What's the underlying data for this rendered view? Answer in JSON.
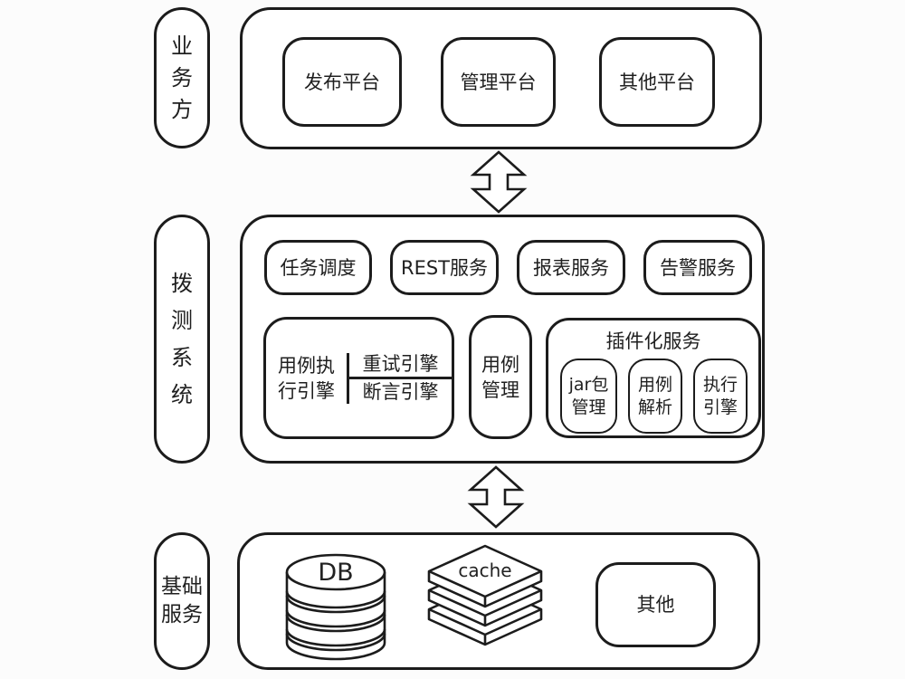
{
  "colors": {
    "stroke": "#1c1c1c",
    "background": "#fcfcfc",
    "fill": "#ffffff",
    "text": "#1f1f1f"
  },
  "business_section": {
    "label": "业\n务\n方",
    "platforms": [
      {
        "label": "发布平台"
      },
      {
        "label": "管理平台"
      },
      {
        "label": "其他平台"
      }
    ]
  },
  "dial_test_section": {
    "label": "拨\n测\n系\n统",
    "services_row": [
      {
        "label": "任务调度"
      },
      {
        "label": "REST服务"
      },
      {
        "label": "报表服务"
      },
      {
        "label": "告警服务"
      }
    ],
    "case_execution_engine": {
      "label": "用例执\n行引擎",
      "sub_engines": [
        {
          "label": "重试引擎"
        },
        {
          "label": "断言引擎"
        }
      ]
    },
    "case_management": {
      "label": "用例\n管理"
    },
    "plugin_service": {
      "title": "插件化服务",
      "plugins": [
        {
          "label": "jar包\n管理"
        },
        {
          "label": "用例\n解析"
        },
        {
          "label": "执行\n引擎"
        }
      ]
    }
  },
  "base_section": {
    "label": "基础\n服务",
    "db": {
      "label": "DB",
      "icon": "database-cylinder-icon"
    },
    "cache": {
      "label": "cache",
      "icon": "stacked-layers-icon"
    },
    "other": {
      "label": "其他"
    }
  },
  "connectors": [
    {
      "name": "double-arrow-business-dialtest"
    },
    {
      "name": "double-arrow-dialtest-base"
    }
  ]
}
